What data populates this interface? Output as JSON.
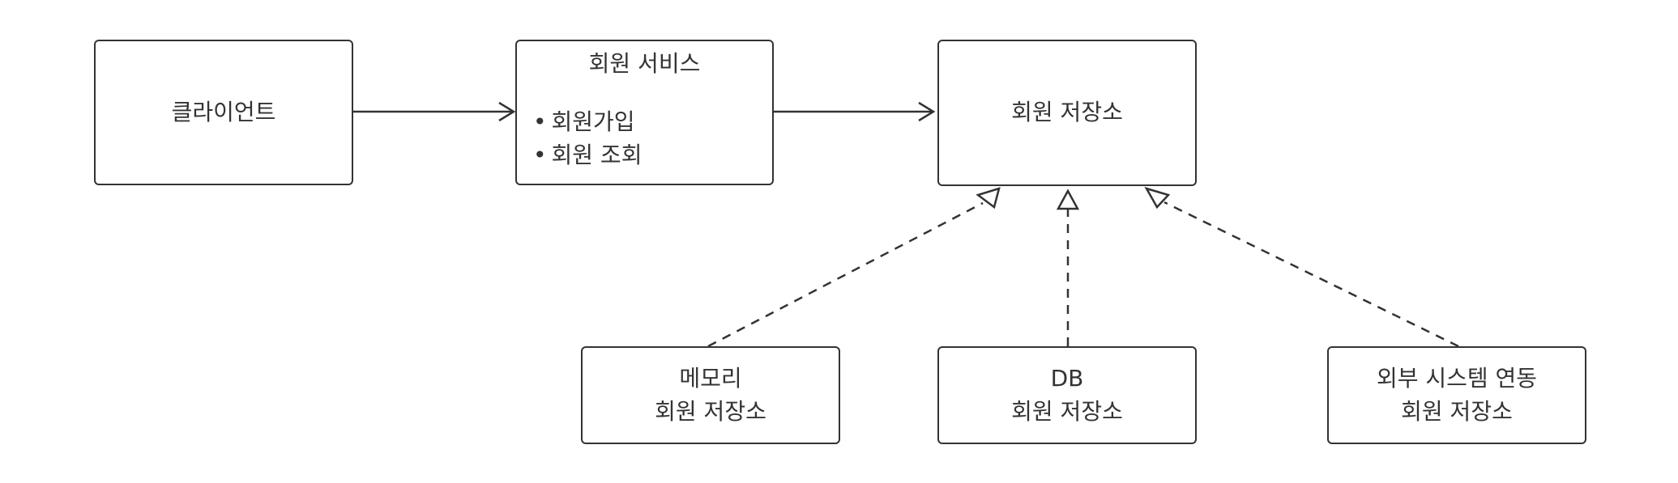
{
  "diagram": {
    "client": {
      "label": "클라이언트"
    },
    "member_service": {
      "title": "회원 서비스",
      "items": [
        "회원가입",
        "회원 조회"
      ]
    },
    "member_repository": {
      "label": "회원 저장소"
    },
    "implementations": [
      {
        "line1": "메모리",
        "line2": "회원 저장소"
      },
      {
        "line1": "DB",
        "line2": "회원 저장소"
      },
      {
        "line1": "외부 시스템 연동",
        "line2": "회원 저장소"
      }
    ]
  },
  "colors": {
    "stroke": "#333333",
    "background": "#ffffff"
  }
}
